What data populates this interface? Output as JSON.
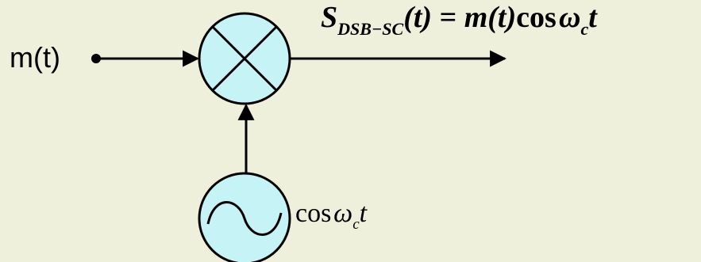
{
  "diagram": {
    "input_label": "m(t)",
    "output_equation": {
      "lhs_symbol": "S",
      "lhs_subscript": "DSB−SC",
      "lhs_argument": "(t)",
      "equals": " = ",
      "rhs_signal": "m(t)",
      "rhs_function": "cos",
      "rhs_omega": "ω",
      "rhs_omega_subscript": "c",
      "rhs_t": "t"
    },
    "oscillator_equation": {
      "function": "cos",
      "omega": "ω",
      "omega_subscript": "c",
      "t": "t"
    },
    "colors": {
      "background": "#eef0dc",
      "block_fill": "#c6f3f6",
      "stroke": "#000000"
    }
  }
}
